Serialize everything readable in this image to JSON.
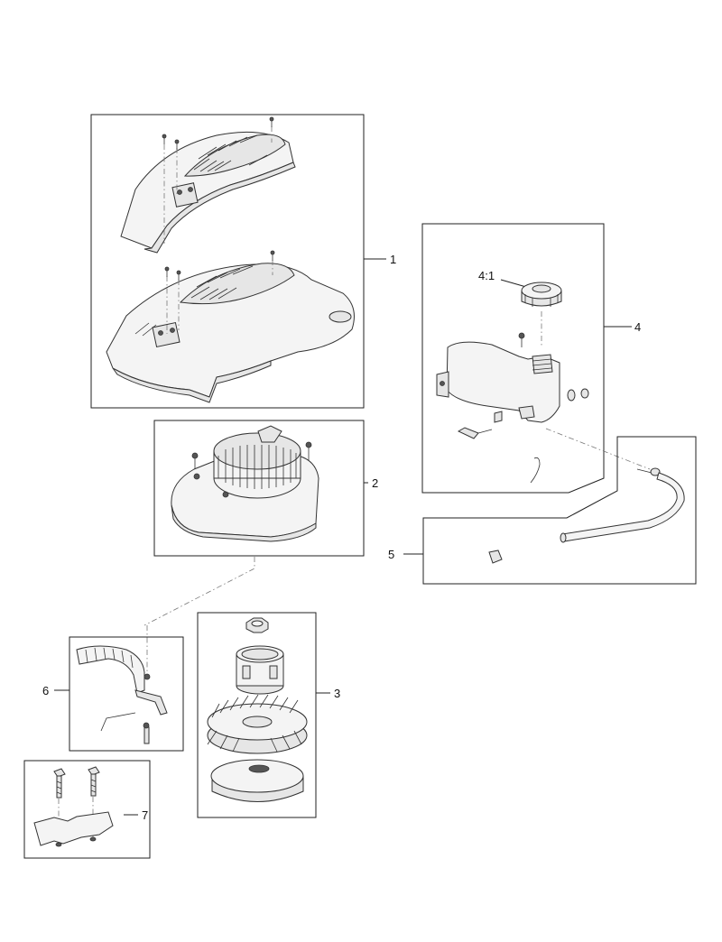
{
  "diagram": {
    "callouts": {
      "c1": "1",
      "c2": "2",
      "c3": "3",
      "c4": "4",
      "c4_1": "4:1",
      "c5": "5",
      "c6": "6",
      "c7": "7"
    }
  }
}
